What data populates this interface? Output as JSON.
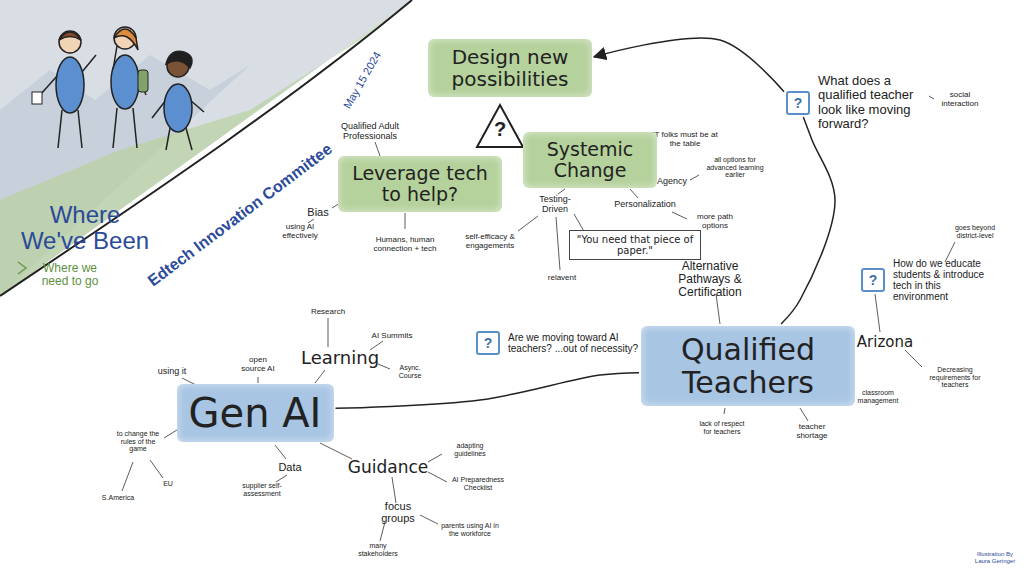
{
  "diagram": {
    "title": "Edtech Innovation Committee",
    "nodes": [
      {
        "text": [
          "Design new possibilities"
        ]
      },
      {
        "text": [
          "?",
          "What does a qualified teacher look like moving forward?"
        ]
      },
      {
        "text": [
          "?"
        ]
      },
      {
        "text": [
          "Systemic Change"
        ]
      },
      {
        "text": [
          "Leverage tech to help?"
        ]
      },
      {
        "text": [
          "\"You need that piece of paper.\""
        ]
      },
      {
        "text": [
          "?",
          "How do we educate students & introduce tech in this environment"
        ]
      },
      {
        "text": [
          "?",
          "Are we moving toward AI teachers? ...out of necessity?"
        ]
      },
      {
        "text": [
          "Qualified Teachers"
        ]
      },
      {
        "text": [
          "Gen AI"
        ]
      }
    ],
    "edges": [
      {
        "from": 9,
        "to": 8,
        "arrow": "none"
      },
      {
        "from": 8,
        "to": 1,
        "arrow": "none"
      },
      {
        "from": 1,
        "to": 0,
        "arrow": "to"
      }
    ],
    "labels": [
      "Where We've Been",
      "Where we need to go",
      "May 15 2024",
      "Qualified Adult Professionals",
      "Bias",
      "using AI effectively",
      "Humans, human connection + tech",
      "IT folks must be at the table",
      "Agency",
      "all options for advanced learning earlier",
      "Personalization",
      "more path options",
      "Testing-Driven",
      "self-efficacy & engagements",
      "relavent",
      "social interaction",
      "Alternative Pathways & Certification",
      "goes beyond district-level",
      "Arizona",
      "Decreasing requirements for teachers",
      "classroom management",
      "teacher shortage",
      "lack of respect for teachers",
      "Learning",
      "Research",
      "AI Summits",
      "Async. Course",
      "open source AI",
      "using it",
      "to change the rules of the game",
      "EU",
      "S.America",
      "Data",
      "supplier self-assessment",
      "Guidance",
      "adapting guidelines",
      "AI Preparedness Checklist",
      "focus groups",
      "parents using AI in the workforce",
      "many stakeholders",
      "Illustration By Laura Geringer"
    ]
  }
}
